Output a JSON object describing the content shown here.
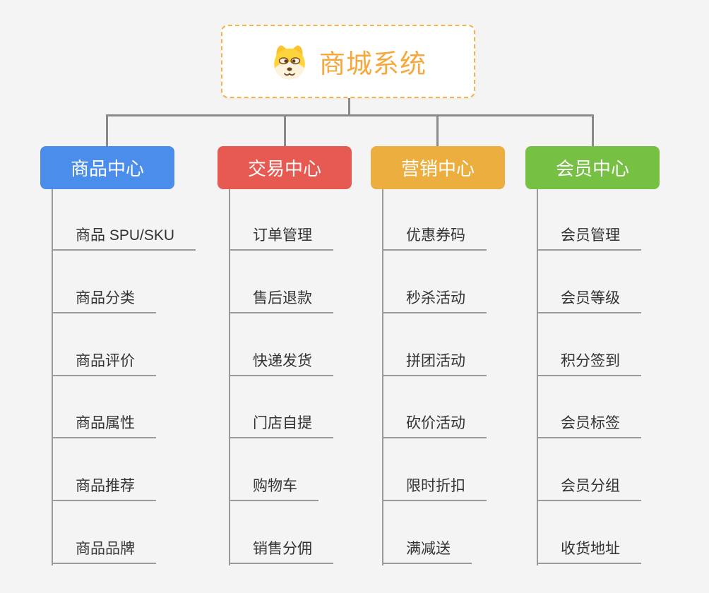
{
  "app": {
    "background_color": "#F4F4F4",
    "connector_color": "#8A8A8A",
    "leaf_line_color": "#9A9A9A",
    "leaf_text_color": "#333333"
  },
  "root": {
    "title": "商城系统",
    "icon": "shiba-dog-icon",
    "accent_color": "#F5A83C",
    "border_style": "dashed"
  },
  "branches": [
    {
      "label": "商品中心",
      "color": "#4B8DEA",
      "items": [
        "商品 SPU/SKU",
        "商品分类",
        "商品评价",
        "商品属性",
        "商品推荐",
        "商品品牌"
      ]
    },
    {
      "label": "交易中心",
      "color": "#E75A52",
      "items": [
        "订单管理",
        "售后退款",
        "快递发货",
        "门店自提",
        "购物车",
        "销售分佣"
      ]
    },
    {
      "label": "营销中心",
      "color": "#ECAE3E",
      "items": [
        "优惠券码",
        "秒杀活动",
        "拼团活动",
        "砍价活动",
        "限时折扣",
        "满减送"
      ]
    },
    {
      "label": "会员中心",
      "color": "#76C043",
      "items": [
        "会员管理",
        "会员等级",
        "积分签到",
        "会员标签",
        "会员分组",
        "收货地址"
      ]
    }
  ]
}
